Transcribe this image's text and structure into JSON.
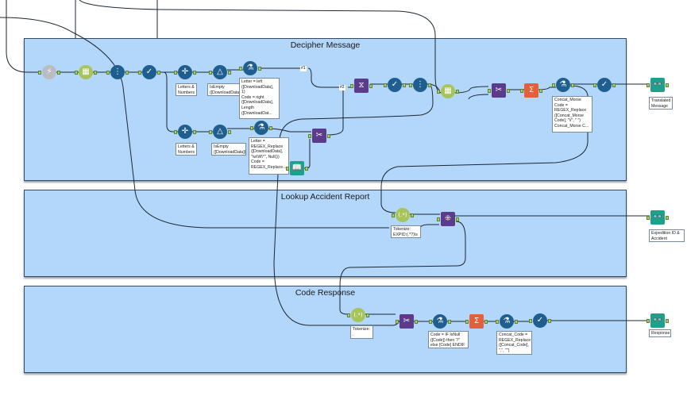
{
  "containers": [
    {
      "id": "decipher",
      "title": "Decipher Message"
    },
    {
      "id": "lookup",
      "title": "Lookup Accident Report"
    },
    {
      "id": "code",
      "title": "Code Response"
    }
  ],
  "tools": {
    "input": {
      "icon": "lightning-icon",
      "glyph": "⚡"
    },
    "textinput1": {
      "icon": "table-icon",
      "glyph": "▦"
    },
    "recordid": {
      "icon": "record-id-icon",
      "glyph": "⋮"
    },
    "select1": {
      "icon": "checkmark-icon",
      "glyph": "✓"
    },
    "multirow1": {
      "icon": "crosshair-icon",
      "glyph": "✛"
    },
    "filter1": {
      "icon": "filter-icon",
      "glyph": "△"
    },
    "formula1": {
      "icon": "flask-icon",
      "glyph": "⚗"
    },
    "multirow2": {
      "icon": "crosshair-icon",
      "glyph": "✛"
    },
    "filter2": {
      "icon": "filter-icon",
      "glyph": "△"
    },
    "formula2": {
      "icon": "flask-icon",
      "glyph": "⚗"
    },
    "join1": {
      "icon": "join-icon",
      "glyph": "✂"
    },
    "book": {
      "icon": "book-icon",
      "glyph": "📖"
    },
    "union": {
      "icon": "dna-icon",
      "glyph": "⧖"
    },
    "select2": {
      "icon": "checkmark-icon",
      "glyph": "✓"
    },
    "recordid2": {
      "icon": "record-id-icon",
      "glyph": "⋮"
    },
    "textinput2": {
      "icon": "table-icon",
      "glyph": "▦"
    },
    "join2": {
      "icon": "join-icon",
      "glyph": "✂"
    },
    "summarize1": {
      "icon": "sigma-icon",
      "glyph": "Σ"
    },
    "formula3": {
      "icon": "flask-icon",
      "glyph": "⚗"
    },
    "select3": {
      "icon": "checkmark-icon",
      "glyph": "✓"
    },
    "browse1": {
      "icon": "binoculars-icon",
      "glyph": "👓"
    },
    "regex1": {
      "icon": "regex-icon",
      "glyph": "(.*)"
    },
    "findreplace": {
      "icon": "find-replace-icon",
      "glyph": "⁜"
    },
    "browse2": {
      "icon": "binoculars-icon",
      "glyph": "👓"
    },
    "regex2": {
      "icon": "regex-icon",
      "glyph": "(.*)"
    },
    "join3": {
      "icon": "join-icon",
      "glyph": "✂"
    },
    "formula4": {
      "icon": "flask-icon",
      "glyph": "⚗"
    },
    "summarize2": {
      "icon": "sigma-icon",
      "glyph": "Σ"
    },
    "formula5": {
      "icon": "flask-icon",
      "glyph": "⚗"
    },
    "select4": {
      "icon": "checkmark-icon",
      "glyph": "✓"
    },
    "browse3": {
      "icon": "binoculars-icon",
      "glyph": "👓"
    }
  },
  "annotations": {
    "multirow1": "Letters &\nNumbers",
    "filter1": "IsEmpty\n([DownloadData]...",
    "formula1": "Letter = left\n([DownloadData],\n1)\nCode = right\n([DownloadData],\nLength\n([DownloadDat...",
    "multirow2": "Letters &\nNumbers",
    "filter2": "IsEmpty\n([DownloadData])",
    "formula2": "Letter =\nREGEX_Replace\n([DownloadData],\n\"\\w\\W\\*\", Null())\nCode =\nREGEX_Replace...",
    "formula3": "Concat_Morse\nCode =\nREGEX_Replace\n([Concat_Morse\nCode], \"\\/\", \" \")\nConcat_Morse C...",
    "browse1": "Translated\nMessage",
    "regex1": "Tokenize:\nEXPID:(.*?)\\s",
    "browse2": "Expedition ID &\nAccident Message",
    "regex2": "Tokenize:\n.",
    "formula4": "Code = IF IsNull\n([Code]) then \"/\"\nelse [Code] ENDIF",
    "formula5": "Concat_Code =\nREGEX_Replace\n([Concat_Code],\n\",\", \"\")",
    "browse3": "Response"
  },
  "union_tags": {
    "tag1": "#1",
    "tag2": "#2"
  }
}
